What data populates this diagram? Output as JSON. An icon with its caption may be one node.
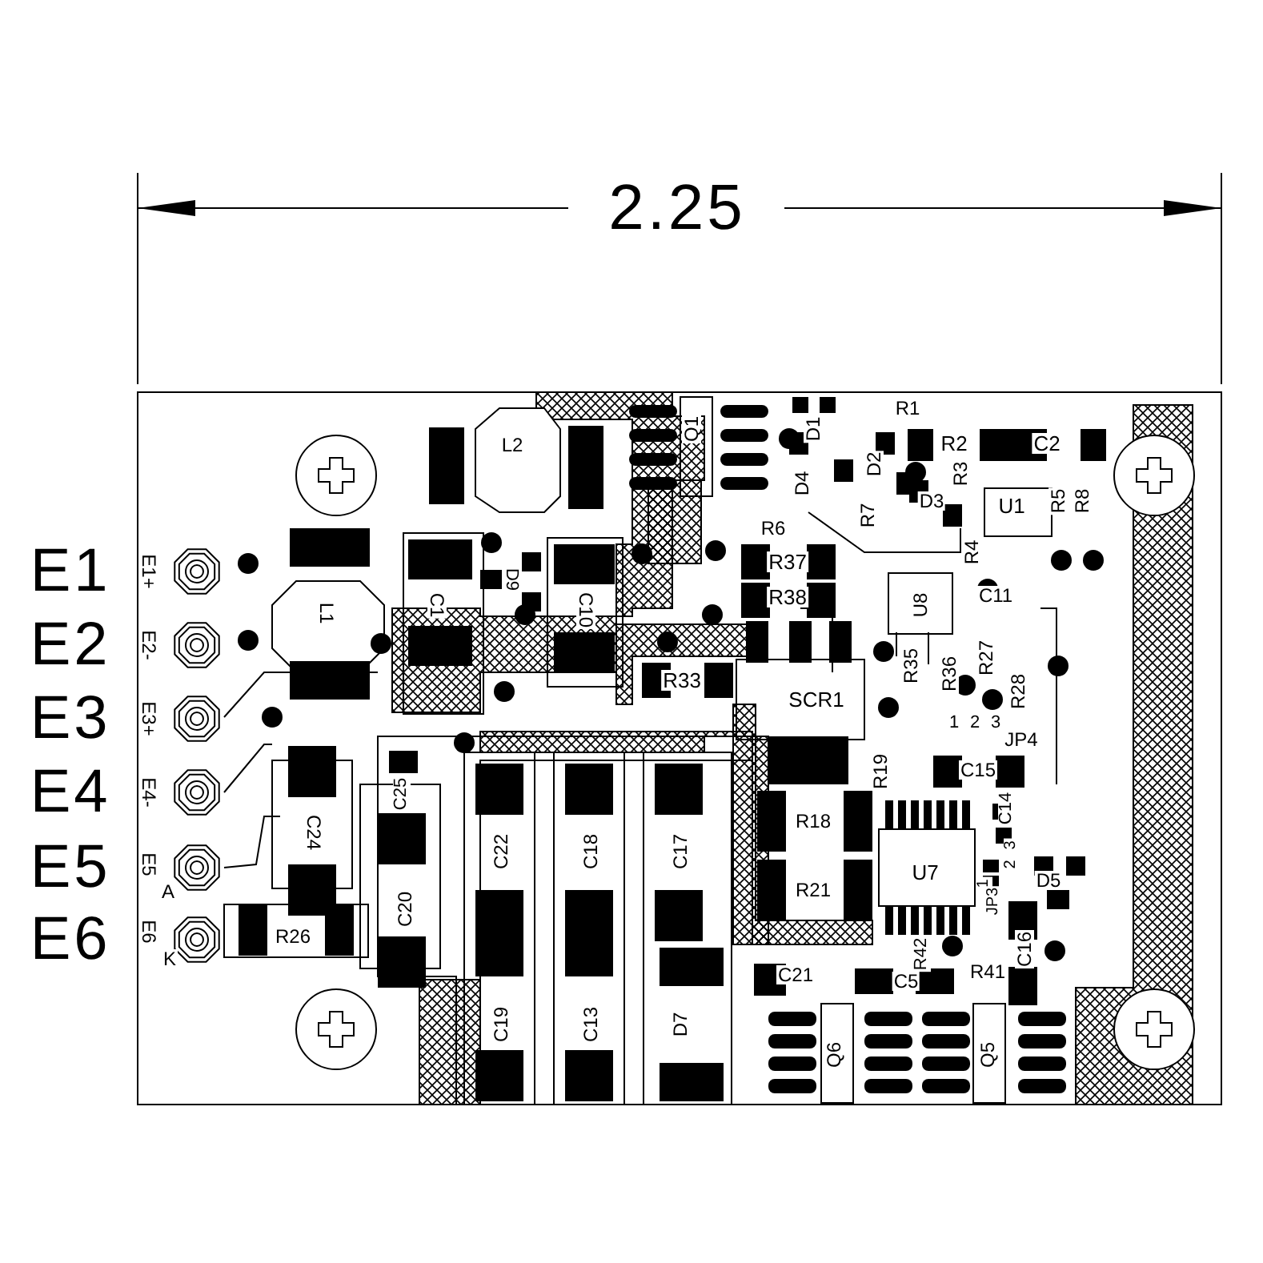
{
  "diagram": {
    "labels": [
      "2.25",
      "R1",
      "Q1",
      "D1",
      "L2",
      "R2",
      "C2",
      "D2",
      "D4",
      "R3",
      "R5",
      "R8",
      "D3",
      "U1",
      "R6",
      "R7",
      "R4",
      "E1",
      "E1+",
      "L1",
      "C1",
      "D9",
      "C10",
      "R37",
      "U8",
      "R38",
      "C11",
      "E2",
      "E2-",
      "R35",
      "R36",
      "R27",
      "R28",
      "R33",
      "SCR1",
      "E3",
      "E3+",
      "1",
      "2",
      "3",
      "JP4",
      "R19",
      "C15",
      "E4",
      "E4-",
      "C25",
      "C14",
      "R18",
      "C24",
      "C22",
      "C18",
      "C17",
      "3",
      "2",
      "U7",
      "E5",
      "E5",
      "A",
      "1",
      "JP3",
      "D5",
      "C20",
      "R21",
      "E6",
      "E6",
      "K",
      "R26",
      "R42",
      "C16",
      "C21",
      "C5",
      "R41",
      "C19",
      "C13",
      "D7",
      "Q6",
      "Q5"
    ]
  }
}
